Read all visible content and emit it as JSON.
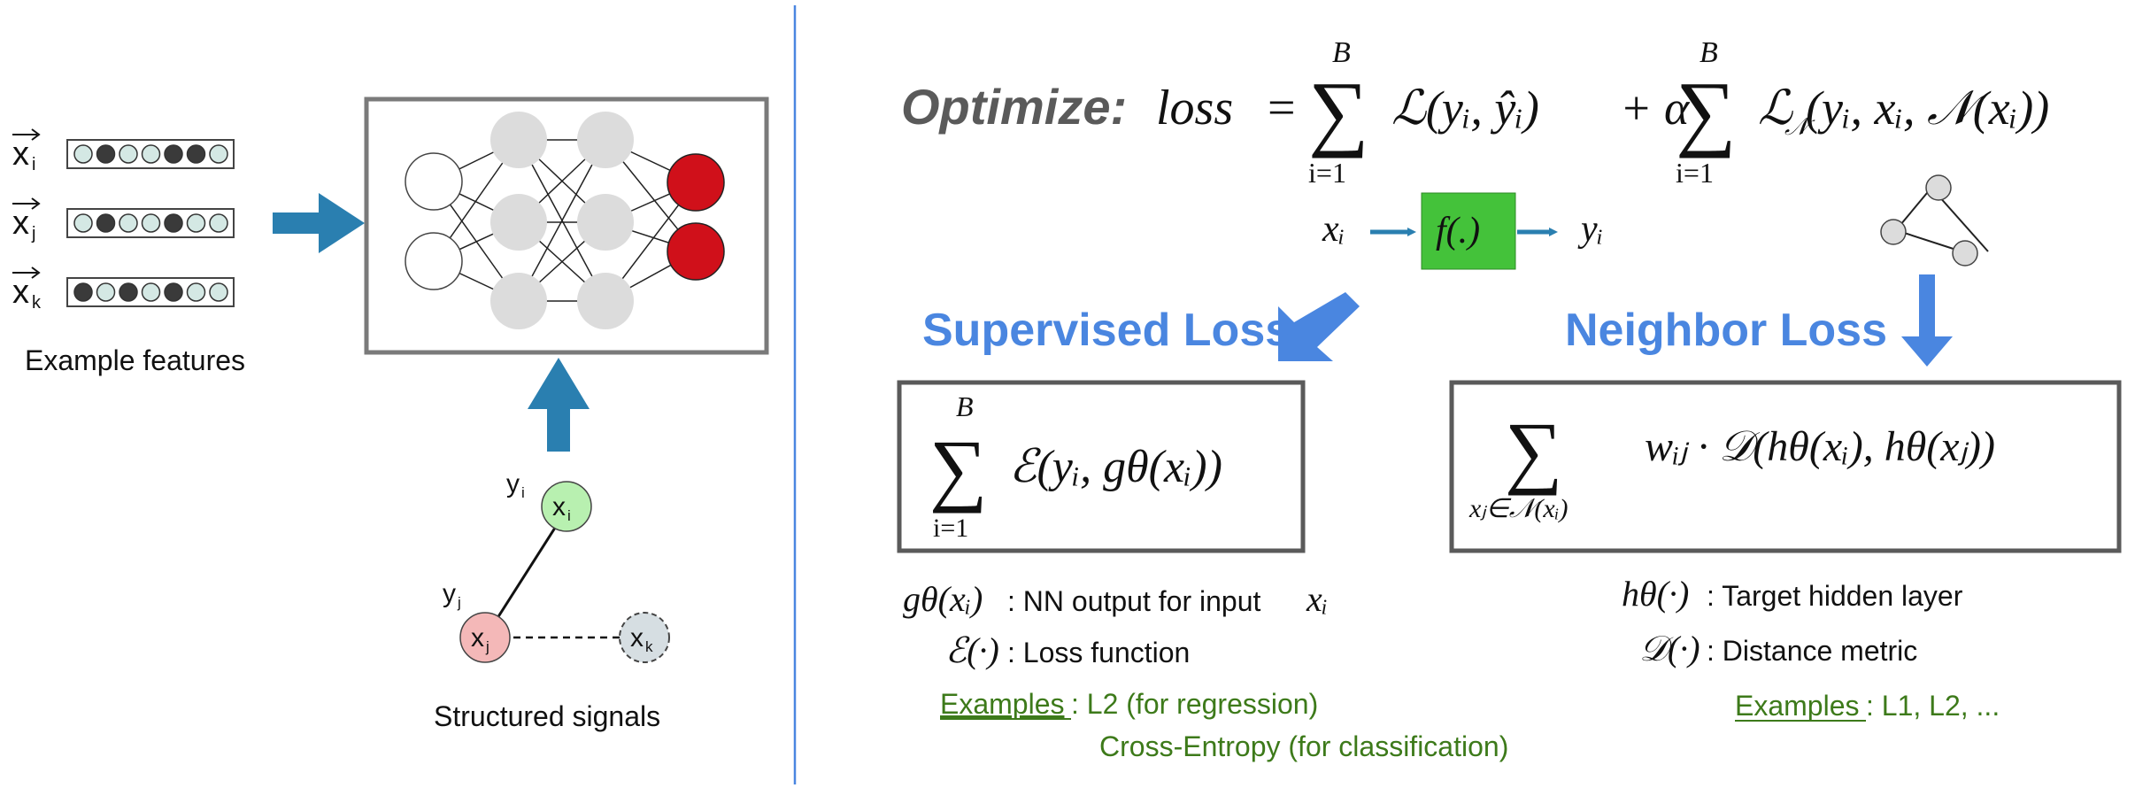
{
  "left_panel": {
    "feature_labels": [
      "x",
      "x",
      "x"
    ],
    "feature_subscripts": [
      "i",
      "j",
      "k"
    ],
    "feature_patterns": [
      [
        0,
        1,
        0,
        0,
        1,
        1,
        0
      ],
      [
        0,
        1,
        0,
        0,
        1,
        0,
        0
      ],
      [
        1,
        0,
        1,
        0,
        1,
        0,
        0
      ]
    ],
    "example_features_label": "Example features",
    "structured_signals_label": "Structured signals",
    "graph": {
      "label_yi": "y",
      "label_yi_sub": "i",
      "label_yj": "y",
      "label_yj_sub": "j",
      "node_xi": "x",
      "node_xi_sub": "i",
      "node_xj": "x",
      "node_xj_sub": "j",
      "node_xk": "x",
      "node_xk_sub": "k"
    }
  },
  "right_panel": {
    "optimize_label": "Optimize:",
    "loss_equation": {
      "lhs": "loss",
      "equals": "=",
      "sum_top": "B",
      "sum_bottom": "i=1",
      "term1": "ℒ(yᵢ, ŷᵢ)",
      "plus_alpha": "+ α",
      "term2_main": "ℒ",
      "term2_sub": "𝒩",
      "term2_args": "(yᵢ, xᵢ, 𝒩(xᵢ))"
    },
    "flow": {
      "input": "xᵢ",
      "function": "f(.)",
      "output": "yᵢ"
    },
    "supervised_title": "Supervised Loss",
    "neighbor_title": "Neighbor Loss",
    "supervised_formula": {
      "sum_top": "B",
      "sum_bottom": "i=1",
      "body": "ℰ(yᵢ, gθ(xᵢ))"
    },
    "neighbor_formula": {
      "sum_bottom": "xⱼ∈𝒩(xᵢ)",
      "body": "wᵢⱼ · 𝒟(hθ(xᵢ), hθ(xⱼ))"
    },
    "supervised_notes": [
      {
        "symbol": "gθ(xᵢ)",
        "text": ": NN output for input ",
        "tail": "xᵢ"
      },
      {
        "symbol": "ℰ(·)",
        "text": ": Loss function",
        "tail": ""
      }
    ],
    "supervised_examples_label": "Examples",
    "supervised_examples": ": L2 (for regression)",
    "supervised_examples_2": "Cross-Entropy (for classification)",
    "neighbor_notes": [
      {
        "symbol": "hθ(·)",
        "text": ": Target hidden layer"
      },
      {
        "symbol": "𝒟(·)",
        "text": ": Distance metric"
      }
    ],
    "neighbor_examples_label": "Examples",
    "neighbor_examples": ": L1, L2, ..."
  },
  "colors": {
    "arrow_teal": "#2a7fb0",
    "accent_blue": "#4a86e0",
    "neuron_gray": "#dcdcdc",
    "output_red": "#d0101a",
    "node_green": "#b8f0b0",
    "node_pink": "#f4b8b8",
    "node_gray": "#d6dee2",
    "function_green": "#44c23a",
    "examples_green": "#3d7a1a",
    "divider": "#4a86e0"
  }
}
